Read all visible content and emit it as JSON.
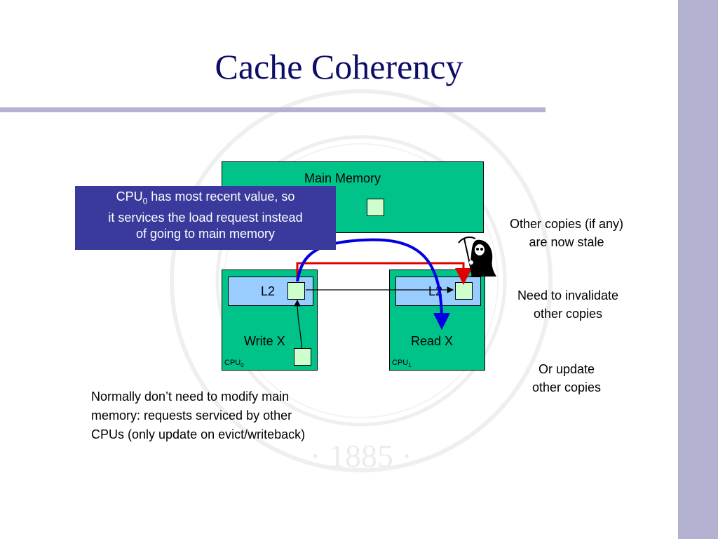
{
  "slide": {
    "title": "Cache Coherency",
    "accent_bar_color": "#b3b3d1",
    "title_color": "#0d0d66"
  },
  "diagram": {
    "main_memory_label": "Main Memory",
    "cpu0": {
      "l2_label": "L2",
      "op_label": "Write X",
      "name": "CPU",
      "index": "0"
    },
    "cpu1": {
      "l2_label": "L2",
      "op_label": "Read X",
      "name": "CPU",
      "index": "1"
    },
    "colors": {
      "box": "#00c389",
      "l2": "#99ccff",
      "cache_line": "#ccffcc",
      "invalidate_arrow": "#e00000",
      "service_arrow": "#0000e0"
    },
    "icons": [
      "grim-reaper-icon",
      "university-seal-watermark"
    ]
  },
  "callout": {
    "line1_prefix": "CPU",
    "line1_sub": "0",
    "line1_suffix": " has most recent value, so",
    "line2": "it services the load request instead",
    "line3": "of going to main memory"
  },
  "notes": {
    "stale_1": "Other copies (if any)",
    "stale_2": "are now stale",
    "invalidate_1": "Need to invalidate",
    "invalidate_2": "other copies",
    "update_1": "Or update",
    "update_2": "other copies",
    "bottom_1": "Normally don’t need to modify main",
    "bottom_2": "memory: requests serviced by other",
    "bottom_3": "CPUs (only update on evict/writeback)"
  }
}
